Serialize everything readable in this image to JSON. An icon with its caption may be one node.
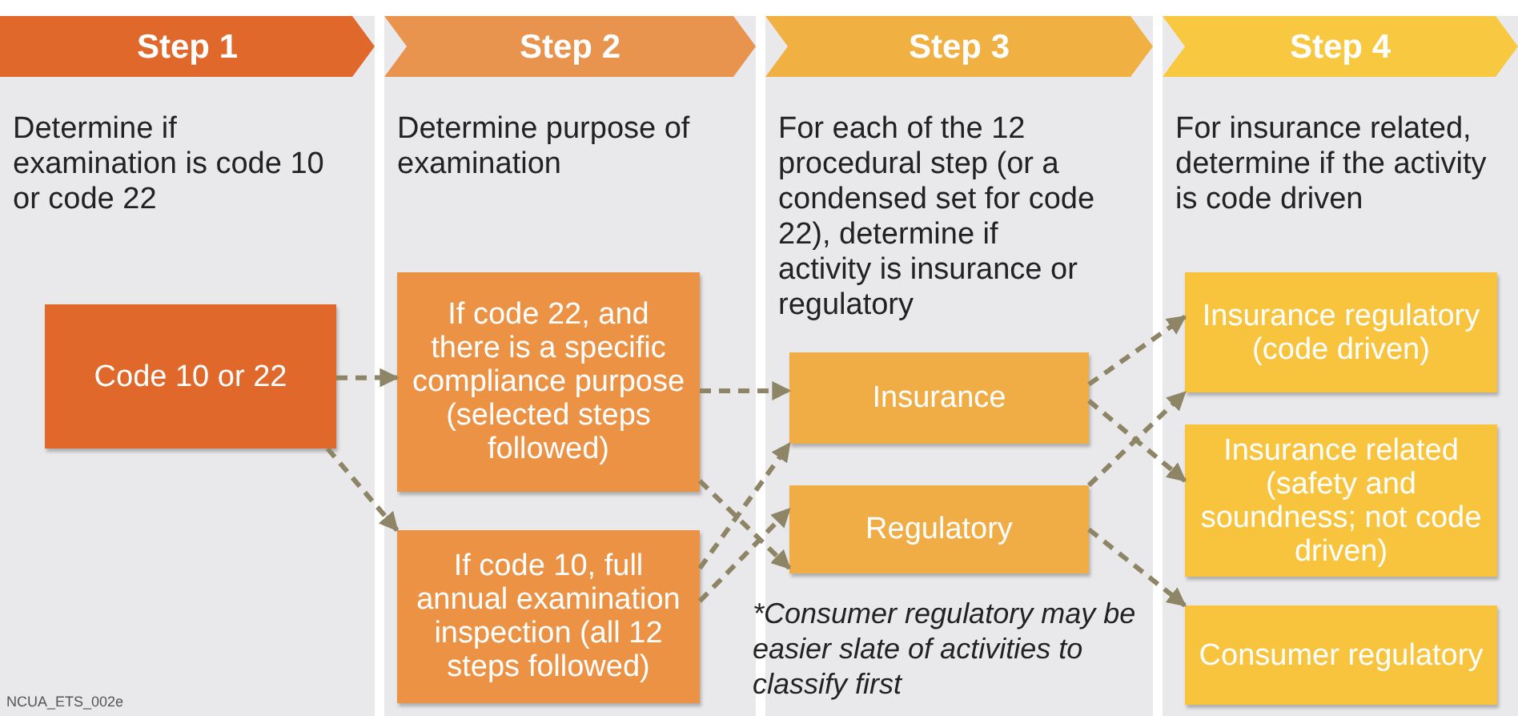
{
  "diagram": {
    "nodes": [
      {
        "text": [
          "Step 1",
          "Determine if examination is code 10 or code 22"
        ]
      },
      {
        "text": [
          "Code 10 or 22"
        ],
        "in": 0
      },
      {
        "text": [
          "Step 2",
          "Determine purpose of examination"
        ]
      },
      {
        "text": [
          "If code 22, and there is a specific compliance purpose (selected steps followed)"
        ],
        "in": 2
      },
      {
        "text": [
          "If code 10, full annual examination inspection (all 12 steps followed)"
        ],
        "in": 2
      },
      {
        "text": [
          "Step 3",
          "For each of the 12 procedural step (or a condensed set for code 22), determine if activity is insurance or regulatory",
          "*Consumer regulatory may be easier slate of activities to classify first"
        ]
      },
      {
        "text": [
          "Insurance"
        ],
        "in": 5
      },
      {
        "text": [
          "Regulatory"
        ],
        "in": 5
      },
      {
        "text": [
          "Step 4",
          "For insurance related, determine if the activity is code driven"
        ]
      },
      {
        "text": [
          "Insurance regulatory (code driven)"
        ],
        "in": 8
      },
      {
        "text": [
          "Insurance related (safety and soundness; not code driven)"
        ],
        "in": 8
      },
      {
        "text": [
          "Consumer regulatory"
        ],
        "in": 8
      }
    ],
    "edges": [
      {
        "from": 1,
        "to": 3,
        "arrow": "to",
        "style": "dashed"
      },
      {
        "from": 1,
        "to": 4,
        "arrow": "to",
        "style": "dashed"
      },
      {
        "from": 3,
        "to": 6,
        "arrow": "to",
        "style": "dashed"
      },
      {
        "from": 3,
        "to": 7,
        "arrow": "to",
        "style": "dashed"
      },
      {
        "from": 4,
        "to": 6,
        "arrow": "to",
        "style": "dashed"
      },
      {
        "from": 4,
        "to": 7,
        "arrow": "to",
        "style": "dashed"
      },
      {
        "from": 6,
        "to": 9,
        "arrow": "to",
        "style": "dashed"
      },
      {
        "from": 6,
        "to": 10,
        "arrow": "to",
        "style": "dashed"
      },
      {
        "from": 7,
        "to": 9,
        "arrow": "to",
        "style": "dashed"
      },
      {
        "from": 7,
        "to": 11,
        "arrow": "to",
        "style": "dashed"
      }
    ],
    "labels": [
      "NCUA_ETS_002e"
    ]
  }
}
